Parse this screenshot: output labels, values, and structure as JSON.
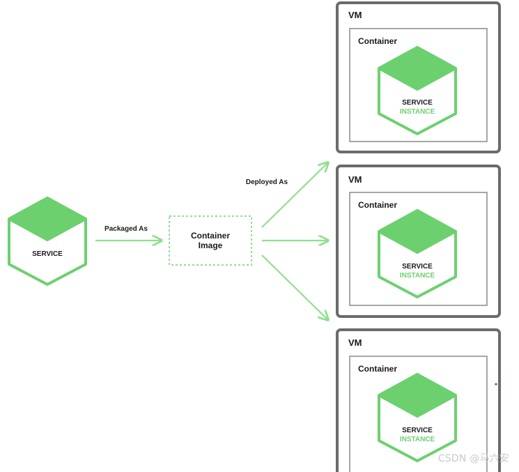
{
  "labels": {
    "service": "SERVICE",
    "packaged_as": "Packaged As",
    "container_image_line1": "Container",
    "container_image_line2": "Image",
    "deployed_as": "Deployed As"
  },
  "vms": [
    {
      "title": "VM",
      "container": "Container",
      "service_line1": "SERVICE",
      "service_line2": "INSTANCE"
    },
    {
      "title": "VM",
      "container": "Container",
      "service_line1": "SERVICE",
      "service_line2": "INSTANCE"
    },
    {
      "title": "VM",
      "container": "Container",
      "service_line1": "SERVICE",
      "service_line2": "INSTANCE"
    }
  ],
  "watermark": "CSDN @马六安",
  "colors": {
    "green": "#6cd06f",
    "green_stroke": "#8fe08e",
    "vm_border": "#6b6b6b",
    "container_border": "#888888",
    "text": "#1a1a1a"
  }
}
